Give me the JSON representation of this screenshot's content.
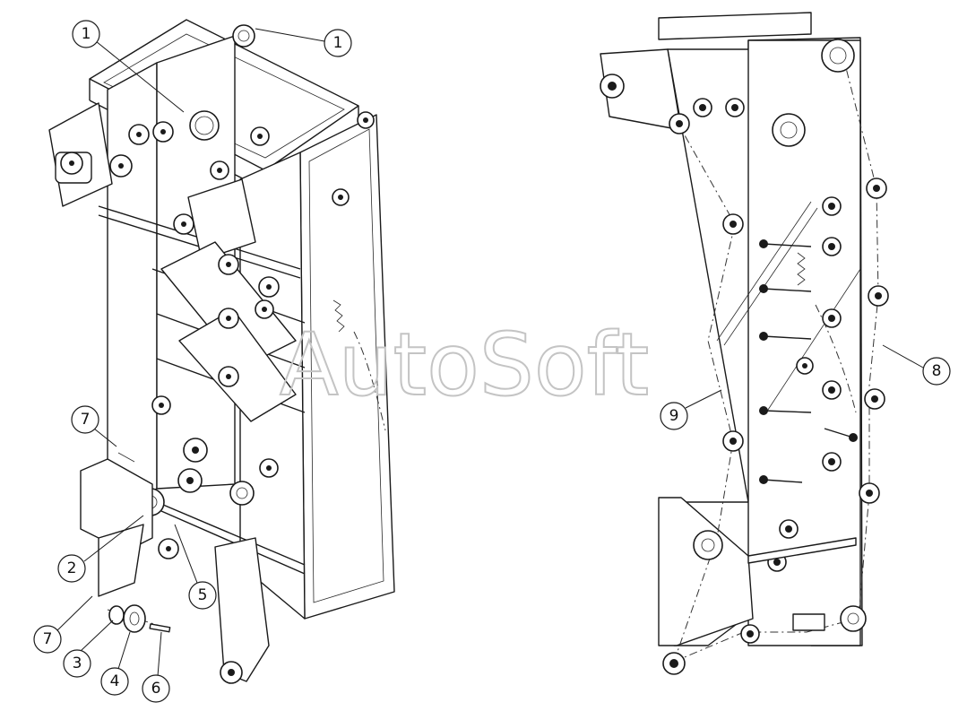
{
  "watermark": "AutoSoft",
  "left_view": {
    "callouts": [
      {
        "label": "1"
      },
      {
        "label": "1"
      },
      {
        "label": "7"
      },
      {
        "label": "2"
      },
      {
        "label": "5"
      },
      {
        "label": "7"
      },
      {
        "label": "3"
      },
      {
        "label": "4"
      },
      {
        "label": "6"
      }
    ]
  },
  "right_view": {
    "callouts": [
      {
        "label": "8"
      },
      {
        "label": "9"
      }
    ]
  },
  "colors": {
    "line": "#1a1a1a",
    "watermark": "#c4c4c4",
    "background": "#ffffff"
  }
}
